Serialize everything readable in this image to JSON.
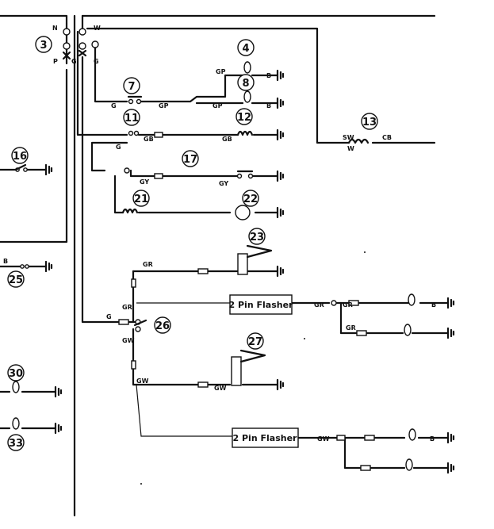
{
  "components": [
    "3",
    "4",
    "7",
    "8",
    "11",
    "12",
    "13",
    "16",
    "17",
    "21",
    "22",
    "23",
    "25",
    "26",
    "27",
    "30",
    "33"
  ],
  "wires": {
    "n": "N",
    "w_top": "W",
    "p": "P",
    "g1": "G",
    "g2": "G",
    "gp_a": "GP",
    "b_a": "B",
    "g_7": "G",
    "gp_b": "GP",
    "gp_c": "GP",
    "b_b": "B",
    "g_11": "G",
    "gb_a": "GB",
    "gb_b": "GB",
    "sw": "SW",
    "w_13": "W",
    "cb": "CB",
    "gy_a": "GY",
    "gy_b": "GY",
    "b_25": "B",
    "gr_23": "GR",
    "gr_main": "GR",
    "g_26": "G",
    "gw_main": "GW",
    "gw_27a": "GW",
    "gw_27b": "GW",
    "gr_f1a": "GR",
    "gr_f1b": "GR",
    "b_f1": "B",
    "gr_f1c": "GR",
    "gw_f2": "GW",
    "b_f2": "B"
  },
  "flashers": [
    "2 Pin Flasher",
    "2 Pin Flasher"
  ]
}
